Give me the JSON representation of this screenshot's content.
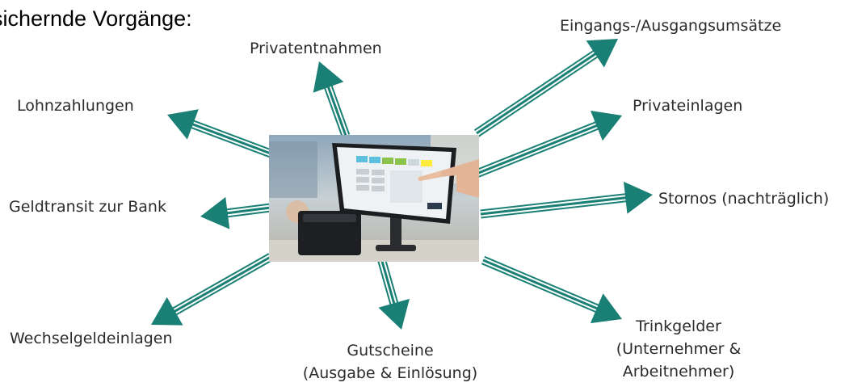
{
  "title": "sichernde Vorgänge:",
  "labels": {
    "privatentnahmen": "Privatentnahmen",
    "eingangs_ausgangsumsaetze": "Eingangs-/Ausgangsumsätze",
    "lohnzahlungen": "Lohnzahlungen",
    "privateinlagen": "Privateinlagen",
    "geldtransit": "Geldtransit zur Bank",
    "stornos": "Stornos (nachträglich)",
    "wechselgeldeinlagen": "Wechselgeldeinlagen",
    "gutscheine_line1": "Gutscheine",
    "gutscheine_line2": "(Ausgabe & Einlösung)",
    "trinkgelder_line1": "Trinkgelder",
    "trinkgelder_line2": "(Unternehmer &",
    "trinkgelder_line3": "Arbeitnehmer)"
  },
  "colors": {
    "arrow": "#1a7f74",
    "title": "#000000",
    "label": "#2b2b2b"
  },
  "image": {
    "subject": "touchscreen-pos-terminal-with-receipt-printer",
    "screen_button_colors": [
      "#5bc0de",
      "#5bc0de",
      "#8bc34a",
      "#8bc34a",
      "#cfd8dc",
      "#ffeb3b"
    ]
  }
}
